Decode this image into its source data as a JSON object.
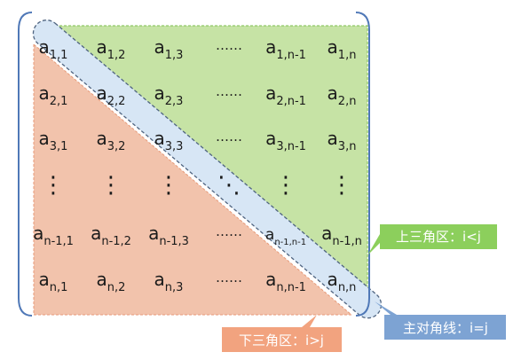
{
  "matrix": {
    "rows": [
      [
        {
          "base": "a",
          "sub": "1,1"
        },
        {
          "base": "a",
          "sub": "1,2"
        },
        {
          "base": "a",
          "sub": "1,3"
        },
        {
          "base": "……",
          "sub": ""
        },
        {
          "base": "a",
          "sub": "1,n-1"
        },
        {
          "base": "a",
          "sub": "1,n"
        }
      ],
      [
        {
          "base": "a",
          "sub": "2,1"
        },
        {
          "base": "a",
          "sub": "2,2"
        },
        {
          "base": "a",
          "sub": "2,3"
        },
        {
          "base": "……",
          "sub": ""
        },
        {
          "base": "a",
          "sub": "2,n-1"
        },
        {
          "base": "a",
          "sub": "2,n"
        }
      ],
      [
        {
          "base": "a",
          "sub": "3,1"
        },
        {
          "base": "a",
          "sub": "3,2"
        },
        {
          "base": "a",
          "sub": "3,3"
        },
        {
          "base": "……",
          "sub": ""
        },
        {
          "base": "a",
          "sub": "3,n-1"
        },
        {
          "base": "a",
          "sub": "3,n"
        }
      ],
      [
        {
          "base": "⋮",
          "sub": ""
        },
        {
          "base": "⋮",
          "sub": ""
        },
        {
          "base": "⋮",
          "sub": ""
        },
        {
          "base": "⋱",
          "sub": ""
        },
        {
          "base": "⋮",
          "sub": ""
        },
        {
          "base": "⋮",
          "sub": ""
        }
      ],
      [
        {
          "base": "a",
          "sub": "n-1,1"
        },
        {
          "base": "a",
          "sub": "n-1,2"
        },
        {
          "base": "a",
          "sub": "n-1,3"
        },
        {
          "base": "……",
          "sub": ""
        },
        {
          "base": "a",
          "sub": "n-1,n-1"
        },
        {
          "base": "a",
          "sub": "n-1,n"
        }
      ],
      [
        {
          "base": "a",
          "sub": "n,1"
        },
        {
          "base": "a",
          "sub": "n,2"
        },
        {
          "base": "a",
          "sub": "n,3"
        },
        {
          "base": "……",
          "sub": ""
        },
        {
          "base": "a",
          "sub": "n,n-1"
        },
        {
          "base": "a",
          "sub": "n,n"
        }
      ]
    ]
  },
  "callouts": {
    "upper": "上三角区：i<j",
    "diagonal": "主对角线：i=j",
    "lower": "下三角区：i>j"
  },
  "colors": {
    "upper_fill": "#c6e3a5",
    "upper_border": "#7cbf4e",
    "upper_label": "#8ccf5c",
    "lower_fill": "#f2c3ac",
    "lower_border": "#e79a78",
    "lower_label": "#f2a37f",
    "diagonal_fill": "#d7e6f5",
    "diagonal_border": "#4f6480",
    "diagonal_label": "#7da3d3",
    "bracket": "#4f78b7"
  }
}
